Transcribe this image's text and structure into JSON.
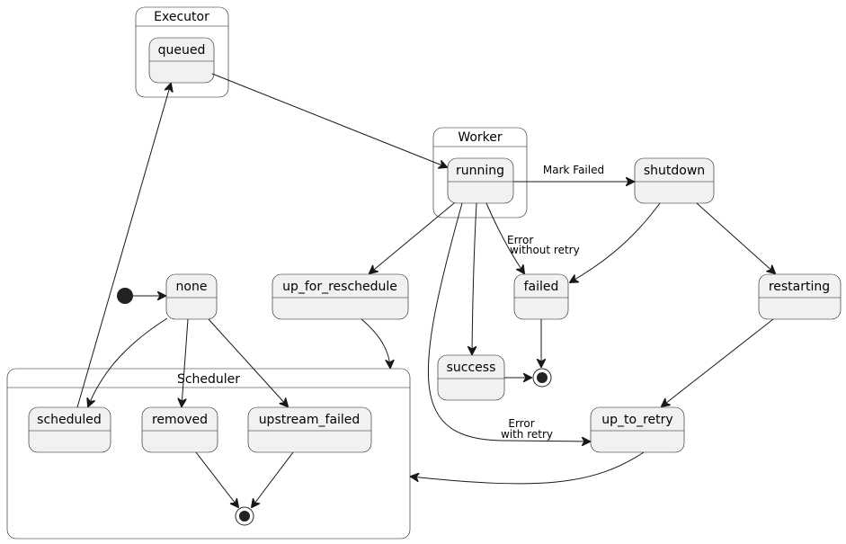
{
  "groups": {
    "executor": "Executor",
    "worker": "Worker",
    "scheduler": "Scheduler"
  },
  "states": {
    "queued": "queued",
    "running": "running",
    "shutdown": "shutdown",
    "none": "none",
    "up_for_reschedule": "up_for_reschedule",
    "failed": "failed",
    "restarting": "restarting",
    "success": "success",
    "up_to_retry": "up_to_retry",
    "scheduled": "scheduled",
    "removed": "removed",
    "upstream_failed": "upstream_failed"
  },
  "edge_labels": {
    "mark_failed": "Mark Failed",
    "error_no_retry_1": "Error",
    "error_no_retry_2": "without retry",
    "error_retry_1": "Error",
    "error_retry_2": "with retry"
  },
  "colors": {
    "state_fill": "#f1f1f1",
    "stroke": "#181818",
    "initial_fill": "#222222"
  }
}
